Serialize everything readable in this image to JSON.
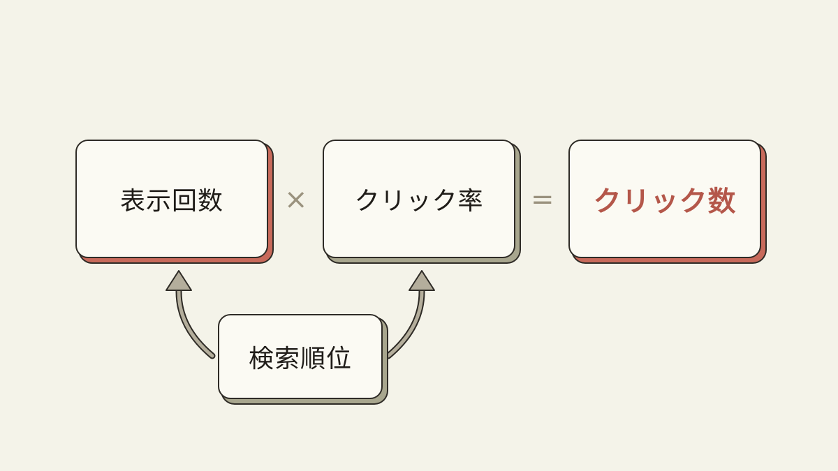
{
  "diagram": {
    "impressions": {
      "label": "表示回数"
    },
    "ctr": {
      "label": "クリック率"
    },
    "clicks": {
      "label": "クリック数"
    },
    "ranking": {
      "label": "検索順位"
    },
    "multiply_symbol": "×",
    "equals_symbol": "="
  },
  "colors": {
    "background": "#f4f3e9",
    "card_fill": "#fbfaf3",
    "outline": "#2e2b26",
    "accent_red": "#c86a5b",
    "accent_olive": "#a8a68e",
    "arrow_fill": "#b4ae9c",
    "result_text": "#b4574a",
    "operator": "#9a927e"
  }
}
